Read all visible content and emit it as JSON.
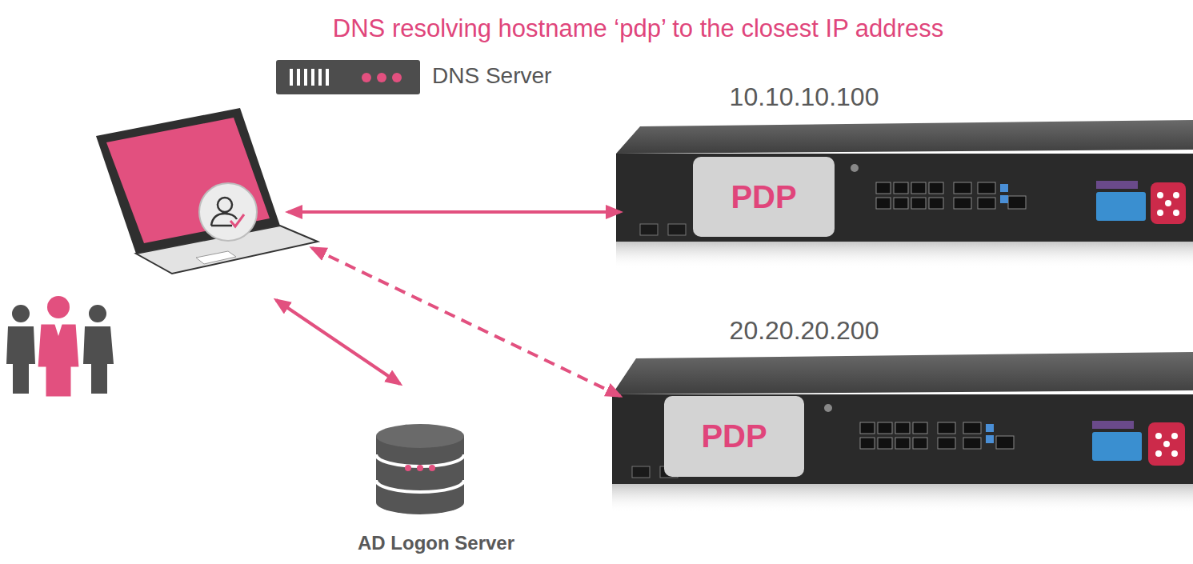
{
  "diagram": {
    "title": "DNS resolving hostname ‘pdp’ to the closest IP address",
    "nodes": [
      {
        "text": [
          "DNS Server"
        ]
      },
      {
        "text": [
          "10.10.10.100"
        ]
      },
      {
        "text": [
          "PDP"
        ],
        "in": 1
      },
      {
        "text": []
      },
      {
        "text": [
          "20.20.20.200"
        ]
      },
      {
        "text": [
          "PDP"
        ],
        "in": 4
      },
      {
        "text": [
          "AD Logon Server"
        ]
      }
    ],
    "edges": [
      {
        "from": 3,
        "to": 1,
        "arrow": "both"
      },
      {
        "from": 3,
        "to": 4,
        "arrow": "both"
      },
      {
        "from": 3,
        "to": 6,
        "arrow": "both"
      }
    ]
  }
}
